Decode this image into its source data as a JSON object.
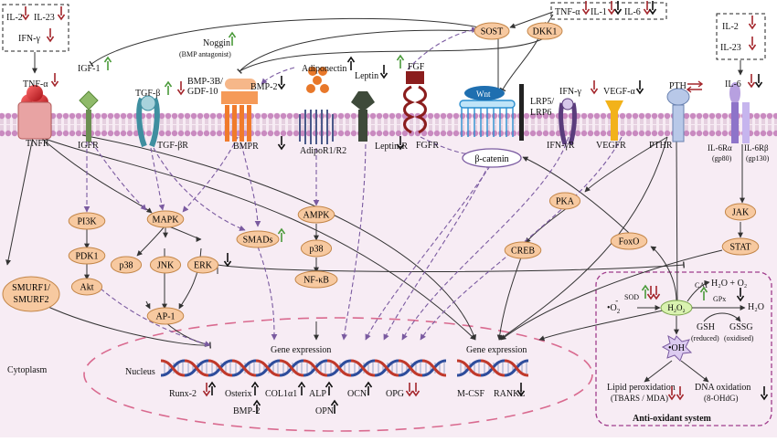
{
  "labels": {
    "cytoplasm": "Cytoplasm",
    "nucleus": "Nucleus",
    "gene_expression_left": "Gene expression",
    "gene_expression_right": "Gene expression",
    "antioxidant_title": "Anti-oxidant system"
  },
  "cytokine_boxes": {
    "left": [
      "IL-2",
      "IL-23",
      "IFN-γ"
    ],
    "top": [
      "TNF-α",
      "IL-1",
      "IL-6"
    ],
    "right": [
      "IL-2",
      "IL-23"
    ]
  },
  "ligands": {
    "tnfa": "TNF-α",
    "igf1": "IGF-1",
    "tgfb": "TGF-β",
    "noggin": "Noggin",
    "noggin_note": "(BMP antagonist)",
    "bmp3b": "BMP-3B/",
    "gdf10": "GDF-10",
    "bmp2": "BMP-2",
    "adiponectin": "Adiponectin",
    "leptin": "Leptin",
    "fgf": "FGF",
    "sost": "SOST",
    "dkk1": "DKK1",
    "wnt": "Wnt",
    "ifng": "IFN-γ",
    "vegfa": "VEGF-α",
    "pth": "PTH",
    "il6": "IL-6"
  },
  "receptors": {
    "tnfr": "TNFR",
    "igfr": "IGFR",
    "tgfbr": "TGF-βR",
    "bmpr": "BMPR",
    "adipor": "AdipoR1/R2",
    "leptinr": "Leptin-R",
    "fgfr": "FGFR",
    "lrp5": "LRP5/",
    "lrp6": "LRP6",
    "ifngr": "IFN-γR",
    "vegfr": "VEGFR",
    "pthr": "PTHR",
    "il6ra": "IL-6Rα",
    "gp80": "(gp80)",
    "il6rb": "IL-6Rβ",
    "gp130": "(gp130)"
  },
  "signaling": {
    "pi3k": "PI3K",
    "pdk1": "PDK1",
    "akt": "Akt",
    "mapk": "MAPK",
    "p38": "p38",
    "jnk": "JNK",
    "erk": "ERK",
    "ap1": "AP-1",
    "smads": "SMADs",
    "ampk": "AMPK",
    "p38b": "p38",
    "nfkb": "NF-κB",
    "bcatenin": "β-catenin",
    "pka": "PKA",
    "creb": "CREB",
    "foxo": "FoxO",
    "jak": "JAK",
    "stat": "STAT",
    "smurf1": "SMURF1/",
    "smurf2": "SMURF2"
  },
  "genes": {
    "runx2": "Runx-2",
    "osterix": "Osterix",
    "col1a1": "COL1α1",
    "alp": "ALP",
    "ocn": "OCN",
    "opg": "OPG",
    "bmp2": "BMP-2",
    "opn": "OPN",
    "mcsf": "M-CSF",
    "rankl": "RANKL"
  },
  "antioxidant": {
    "o2": "•O",
    "o2_sub": "2",
    "o2_sup": "-",
    "sod": "SOD",
    "h2o2": "H₂O₂",
    "cat": "CAT",
    "h2o_o2": "H₂O + O₂",
    "gpx": "GPx",
    "h2o": "H₂O",
    "gsh": "GSH",
    "gsh_note": "(reduced)",
    "gssg": "GSSG",
    "gssg_note": "(oxidised)",
    "oh": "•OH",
    "lipid": "Lipid peroxidation",
    "lipid_note": "(TBARS / MDA)",
    "dna": "DNA oxidation",
    "dna_note": "(8-OHdG)"
  },
  "colors": {
    "up_arrow": "#4a9a3a",
    "down_arrow": "#a4262c",
    "black_arrow": "#111111",
    "cytoplasm_bg": "#f7ecf4",
    "membrane_head": "#c98ac0",
    "node_fill": "#f7c9a0",
    "node_stroke": "#c4874a",
    "dna_red": "#c0392b",
    "dna_blue": "#2e4d9c",
    "antiox_border": "#a03c8c",
    "h2o2_fill": "#d9f2b0",
    "dashed_arrow": "#7a5aa0"
  }
}
